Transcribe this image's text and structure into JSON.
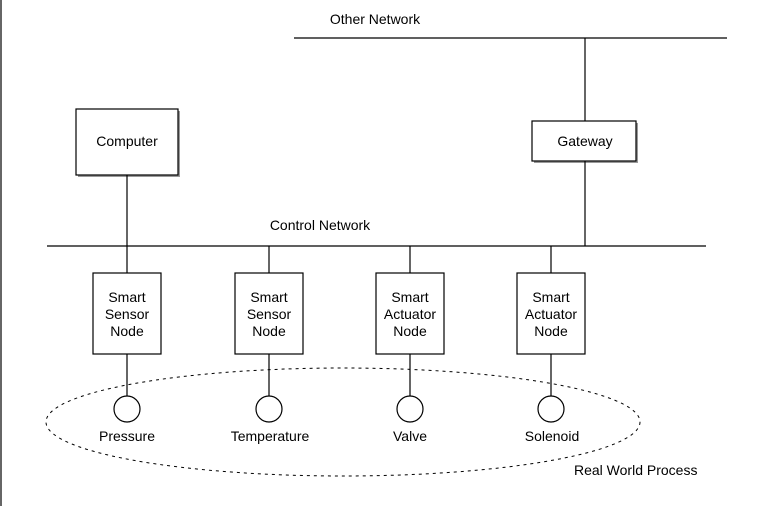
{
  "networks": {
    "other": "Other Network",
    "control": "Control Network"
  },
  "computer": {
    "label": "Computer"
  },
  "gateway": {
    "label": "Gateway"
  },
  "nodes": [
    {
      "lines": [
        "Smart",
        "Sensor",
        "Node"
      ],
      "device": "Pressure"
    },
    {
      "lines": [
        "Smart",
        "Sensor",
        "Node"
      ],
      "device": "Temperature"
    },
    {
      "lines": [
        "Smart",
        "Actuator",
        "Node"
      ],
      "device": "Valve"
    },
    {
      "lines": [
        "Smart",
        "Actuator",
        "Node"
      ],
      "device": "Solenoid"
    }
  ],
  "process": {
    "label": "Real World Process"
  }
}
